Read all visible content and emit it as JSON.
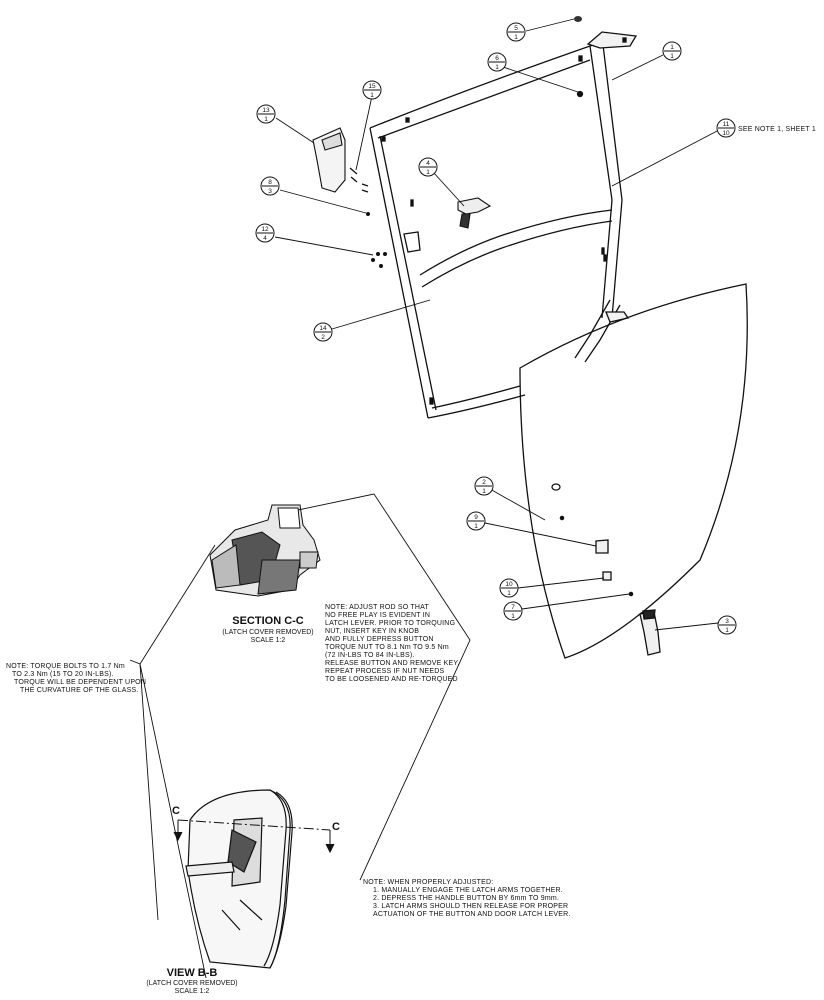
{
  "balloons": [
    {
      "id": "b5",
      "top": "5",
      "bottom": "1"
    },
    {
      "id": "b1",
      "top": "1",
      "bottom": "1"
    },
    {
      "id": "b6",
      "top": "6",
      "bottom": "1"
    },
    {
      "id": "b13",
      "top": "13",
      "bottom": "1"
    },
    {
      "id": "b15",
      "top": "15",
      "bottom": "1"
    },
    {
      "id": "b11",
      "top": "11",
      "bottom": "10"
    },
    {
      "id": "b4",
      "top": "4",
      "bottom": "1"
    },
    {
      "id": "b8",
      "top": "8",
      "bottom": "3"
    },
    {
      "id": "b12",
      "top": "12",
      "bottom": "4"
    },
    {
      "id": "b14",
      "top": "14",
      "bottom": "2"
    },
    {
      "id": "b2",
      "top": "2",
      "bottom": "1"
    },
    {
      "id": "b9",
      "top": "9",
      "bottom": "1"
    },
    {
      "id": "b10",
      "top": "10",
      "bottom": "1"
    },
    {
      "id": "b7",
      "top": "7",
      "bottom": "1"
    },
    {
      "id": "b3",
      "top": "3",
      "bottom": "1"
    }
  ],
  "see_note": "SEE NOTE 1, SHEET 1",
  "section_cc": {
    "title": "SECTION  C-C",
    "sub": "(LATCH COVER REMOVED)",
    "scale": "SCALE  1:2"
  },
  "view_bb": {
    "title": "VIEW  B-B",
    "sub": "(LATCH COVER REMOVED)",
    "scale": "SCALE  1:2"
  },
  "section_marker_left": "C",
  "section_marker_right": "C",
  "note_adjust_rod": [
    "NOTE: ADJUST ROD SO THAT",
    "NO FREE PLAY IS EVIDENT IN",
    "LATCH LEVER.  PRIOR TO TORQUING",
    "NUT, INSERT KEY IN KNOB",
    "AND FULLY DEPRESS BUTTON",
    "TORQUE NUT TO 8.1 Nm TO 9.5 Nm",
    "(72 IN-LBS TO 84 IN-LBS).",
    "RELEASE BUTTON AND REMOVE KEY.",
    "REPEAT PROCESS IF NUT NEEDS",
    "TO BE LOOSENED AND RE-TORQUED"
  ],
  "note_torque_bolts": [
    "NOTE: TORQUE BOLTS TO 1.7 Nm",
    "TO 2.3 Nm (15 TO 20 IN-LBS).",
    "TORQUE WILL BE DEPENDENT UPON",
    "THE CURVATURE OF THE GLASS."
  ],
  "note_adjusted": [
    "NOTE: WHEN PROPERLY ADJUSTED:",
    "1. MANUALLY ENGAGE THE LATCH ARMS TOGETHER.",
    "2. DEPRESS THE HANDLE BUTTON BY 6mm TO 9mm.",
    "3. LATCH ARMS SHOULD THEN RELEASE FOR PROPER",
    "ACTUATION OF THE BUTTON AND DOOR LATCH LEVER."
  ]
}
